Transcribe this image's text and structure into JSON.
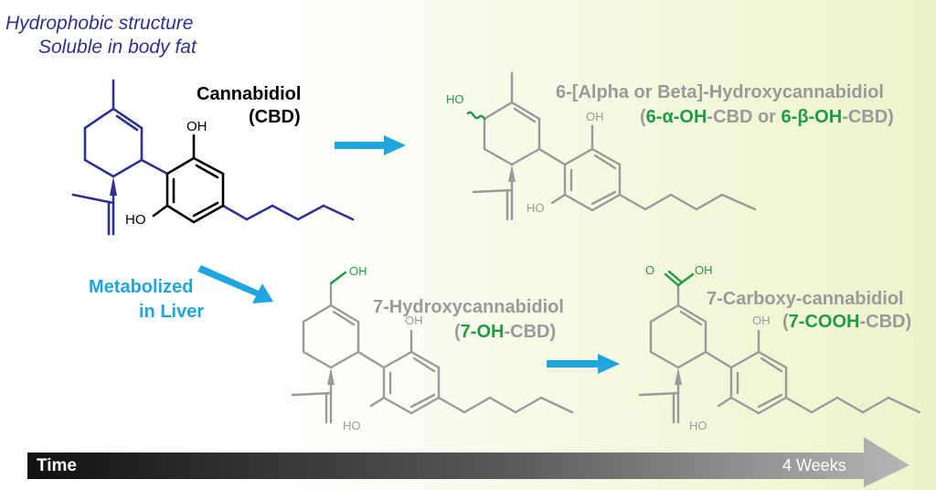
{
  "note": {
    "line1": "Hydrophobic structure",
    "line2": "Soluble in body fat"
  },
  "cbd": {
    "name": "Cannabidiol",
    "abbr": "(CBD)",
    "oh_top": "OH",
    "oh_bottom": "HO"
  },
  "hydroxy6": {
    "name": "6-[Alpha or Beta]-Hydroxycannabidiol",
    "paren_open": "(",
    "alpha_part": "6-α-OH",
    "alpha_suffix": "-CBD or ",
    "beta_part": "6-β-OH",
    "beta_suffix": "-CBD)",
    "ho_label": "HO",
    "oh_top": "OH",
    "oh_bottom": "HO"
  },
  "metabolized": {
    "line1": "Metabolized",
    "line2": "in Liver"
  },
  "hydroxy7": {
    "name": "7-Hydroxycannabidiol",
    "paren_open": "(",
    "green_part": "7-OH",
    "suffix": "-CBD)",
    "oh_group": "OH",
    "oh_top": "OH",
    "oh_bottom": "HO"
  },
  "carboxy7": {
    "name": "7-Carboxy-cannabidiol",
    "paren_open": "(",
    "green_part": "7-COOH",
    "suffix": "-CBD)",
    "o_label": "O",
    "oh_acid": "OH",
    "oh_top": "OH",
    "oh_bottom": "HO"
  },
  "timeline": {
    "start_label": "Time",
    "end_label": "4 Weeks"
  },
  "colors": {
    "navy": "#2e3192",
    "black": "#000000",
    "gray": "#9a9a9a",
    "green": "#1f9a48",
    "cyan": "#1fa6de"
  }
}
